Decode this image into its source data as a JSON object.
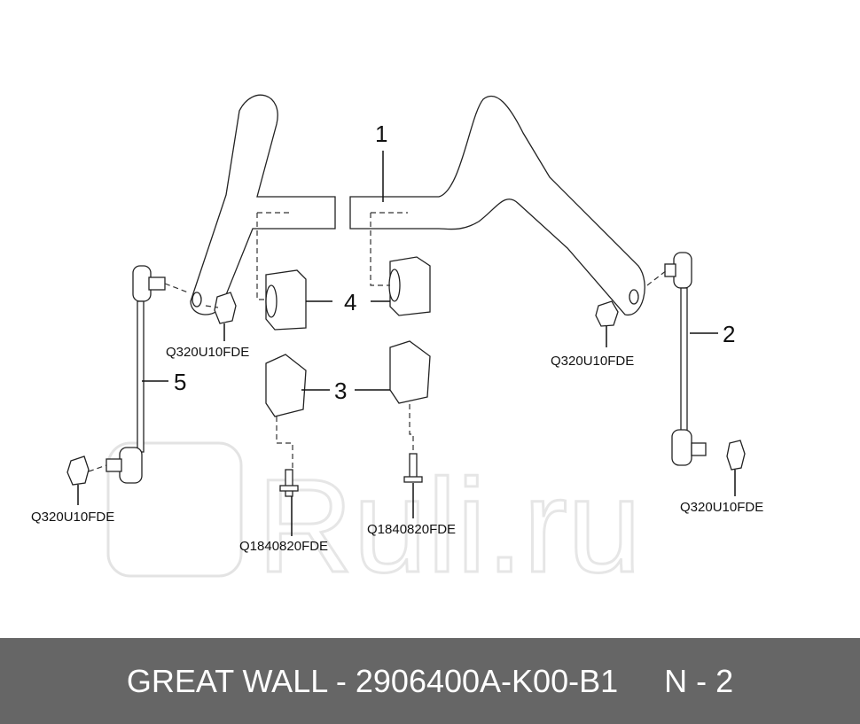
{
  "diagram": {
    "callouts": [
      "1",
      "2",
      "3",
      "4",
      "5"
    ],
    "part_codes": {
      "nut_left_upper": "Q320U10FDE",
      "nut_right_upper": "Q320U10FDE",
      "nut_left_lower": "Q320U10FDE",
      "nut_right_lower": "Q320U10FDE",
      "bolt_left": "Q1840820FDE",
      "bolt_right": "Q1840820FDE"
    },
    "watermark": "Ruli.ru"
  },
  "footer": {
    "title": "GREAT WALL - 2906400A-K00-B1",
    "page": "N - 2"
  },
  "colors": {
    "footer_bg": "#666666",
    "footer_text": "#ffffff"
  }
}
